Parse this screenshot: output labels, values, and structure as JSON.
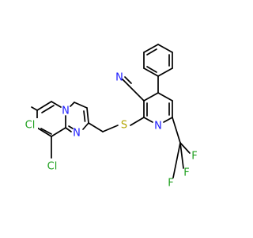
{
  "colors": {
    "background": "#ffffff",
    "bond": "#000000",
    "chlorine": "#1fa01f",
    "nitrogen": "#1a1aff",
    "sulfur": "#b3a400",
    "fluorine": "#1fa01f"
  },
  "atoms": {
    "cl_top": "Cl",
    "cl_bottom": "Cl",
    "n_bridge": "N",
    "n_imine": "N",
    "s_thioether": "S",
    "n_nitrile": "N",
    "n_pyridine": "N",
    "f_1": "F",
    "f_2": "F",
    "f_3": "F"
  }
}
